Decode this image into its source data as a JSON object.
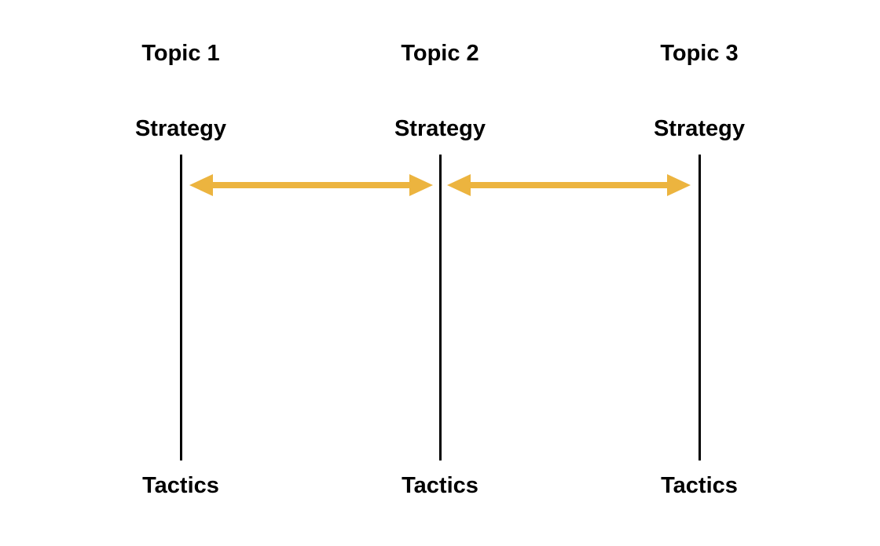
{
  "diagram": {
    "columns": [
      {
        "topic": "Topic 1",
        "strategy_label": "Strategy",
        "tactics_label": "Tactics"
      },
      {
        "topic": "Topic 2",
        "strategy_label": "Strategy",
        "tactics_label": "Tactics"
      },
      {
        "topic": "Topic 3",
        "strategy_label": "Strategy",
        "tactics_label": "Tactics"
      }
    ],
    "arrows": [
      {
        "type": "double-headed",
        "between": "column-1 and column-2"
      },
      {
        "type": "double-headed",
        "between": "column-2 and column-3"
      }
    ],
    "colors": {
      "arrow": "#ECB43F",
      "line": "#000000",
      "text": "#000000",
      "background": "#FFFFFF"
    }
  }
}
